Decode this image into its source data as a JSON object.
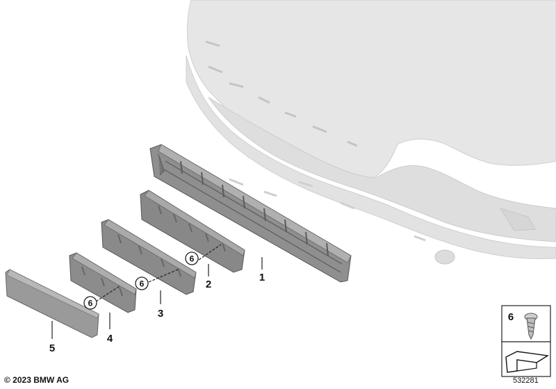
{
  "callouts": {
    "p1": "1",
    "p2": "2",
    "p3": "3",
    "p4": "4",
    "p5": "5",
    "screw_a": "6",
    "screw_b": "6",
    "screw_c": "6",
    "legend_screw": "6"
  },
  "footer": {
    "copyright": "© 2023 BMW AG",
    "diagram_number": "532281"
  },
  "colors": {
    "bumper": "#e4e4e4",
    "bumper_edge": "#cfcfcf",
    "part_dark": "#808080",
    "part_mid": "#9a9a9a",
    "part_light": "#b8b8b8"
  },
  "icons": {
    "screw": "self-tapping-screw-icon",
    "bracket": "angle-bracket-icon"
  }
}
